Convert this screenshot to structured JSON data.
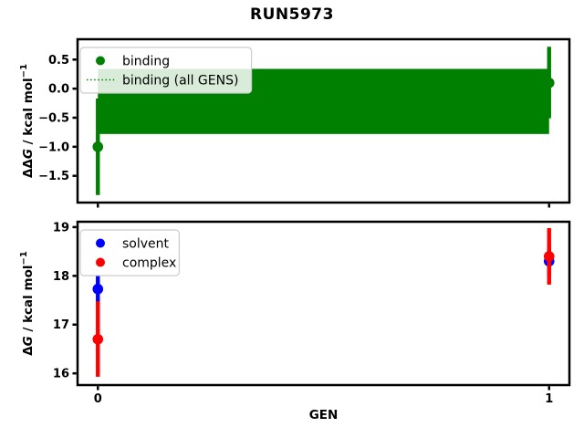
{
  "figure": {
    "title": "RUN5973",
    "background": "#ffffff"
  },
  "chart_data": [
    {
      "type": "errorbar",
      "name": "binding-free-energy",
      "ylabel": {
        "pre": "ΔΔ",
        "var": "G",
        "post": " / kcal mol",
        "sup": "−1"
      },
      "xlabel": "",
      "xlim": [
        -0.045,
        1.045
      ],
      "ylim": [
        -1.96,
        0.85
      ],
      "grid": false,
      "yticks": [
        {
          "value": 0.5,
          "label": "0.5"
        },
        {
          "value": 0.0,
          "label": "0.0"
        },
        {
          "value": -0.5,
          "label": "−0.5"
        },
        {
          "value": -1.0,
          "label": "−1.0"
        },
        {
          "value": -1.5,
          "label": "−1.5"
        }
      ],
      "xticks": [
        {
          "value": 0,
          "label": ""
        },
        {
          "value": 1,
          "label": ""
        }
      ],
      "band": {
        "label": "binding (all GENS)",
        "color": "#008000",
        "x_range": [
          0,
          1
        ],
        "y_low": -0.78,
        "y_high": 0.34,
        "y_center": -0.22,
        "line_style": "dotted"
      },
      "series": [
        {
          "name": "binding",
          "color": "#008000",
          "marker": "circle",
          "points": [
            {
              "x": 0,
              "y": -1.0,
              "err_low": -1.83,
              "err_high": -0.17
            },
            {
              "x": 1,
              "y": 0.1,
              "err_low": -0.51,
              "err_high": 0.72
            }
          ]
        }
      ],
      "legend": {
        "position": "upper-left",
        "entries": [
          {
            "label": "binding",
            "swatch": "dot",
            "color": "#008000"
          },
          {
            "label": "binding (all GENS)",
            "swatch": "dotted-line",
            "color": "#008000"
          }
        ]
      }
    },
    {
      "type": "errorbar",
      "name": "component-free-energy",
      "ylabel": {
        "pre": "Δ",
        "var": "G",
        "post": " / kcal mol",
        "sup": "−1"
      },
      "xlabel": "GEN",
      "xlim": [
        -0.045,
        1.045
      ],
      "ylim": [
        15.76,
        19.11
      ],
      "grid": false,
      "yticks": [
        {
          "value": 19,
          "label": "19"
        },
        {
          "value": 18,
          "label": "18"
        },
        {
          "value": 17,
          "label": "17"
        },
        {
          "value": 16,
          "label": "16"
        }
      ],
      "xticks": [
        {
          "value": 0,
          "label": "0"
        },
        {
          "value": 1,
          "label": "1"
        }
      ],
      "series": [
        {
          "name": "solvent",
          "color": "#0000ff",
          "marker": "circle",
          "points": [
            {
              "x": 0,
              "y": 17.73,
              "err_low": 17.45,
              "err_high": 18.02
            },
            {
              "x": 1,
              "y": 18.3,
              "err_low": 18.0,
              "err_high": 18.6
            }
          ]
        },
        {
          "name": "complex",
          "color": "#ff0000",
          "marker": "circle",
          "points": [
            {
              "x": 0,
              "y": 16.7,
              "err_low": 15.93,
              "err_high": 17.48
            },
            {
              "x": 1,
              "y": 18.4,
              "err_low": 17.82,
              "err_high": 18.98
            }
          ]
        }
      ],
      "legend": {
        "position": "upper-left",
        "entries": [
          {
            "label": "solvent",
            "swatch": "dot",
            "color": "#0000ff"
          },
          {
            "label": "complex",
            "swatch": "dot",
            "color": "#ff0000"
          }
        ]
      }
    }
  ]
}
